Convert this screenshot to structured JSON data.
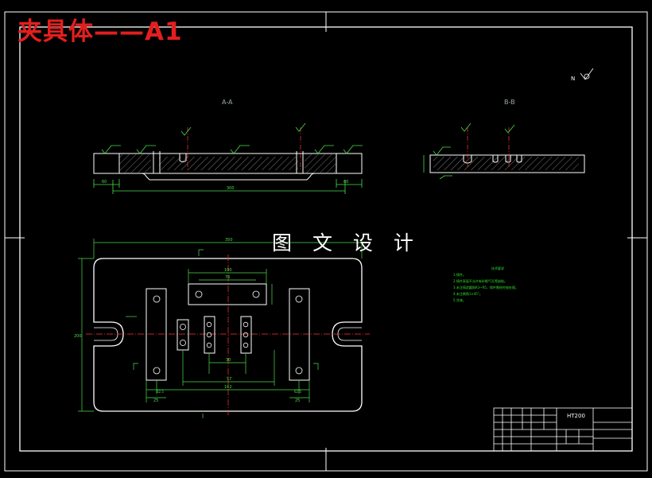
{
  "drawing": {
    "title": "夹具体——A1",
    "watermark": "图 文 设 计",
    "section_aa_label": "A-A",
    "section_bb_label": "B-B",
    "roughness_note": "N",
    "material": "HT200"
  },
  "notes": {
    "heading": "技术要求",
    "lines": [
      "1.铸件。",
      "2.铸件表面不允许有砂眼气孔等缺陷。",
      "3.未注铸造圆角R3~R5，铸件需经时效处理。",
      "4.未注倒角1×45°。",
      "5.涂漆。"
    ]
  },
  "dimensions": {
    "aa_overall": "300",
    "aa_left": "60",
    "aa_right": "60",
    "plan_overall": "350",
    "plan_height": "200",
    "plan_inner": "162",
    "plan_slot_width": "25",
    "plan_top_bar": "76",
    "plan_top_bar_outer": "100",
    "plan_center": "30",
    "plan_gap": "57",
    "plan_left_offset": "62.5"
  },
  "colors": {
    "line": "#ffffff",
    "dimension": "#4ade4a",
    "centerline": "#ff3333",
    "title": "#e41e1e",
    "hatch": "#7a7a7a"
  }
}
